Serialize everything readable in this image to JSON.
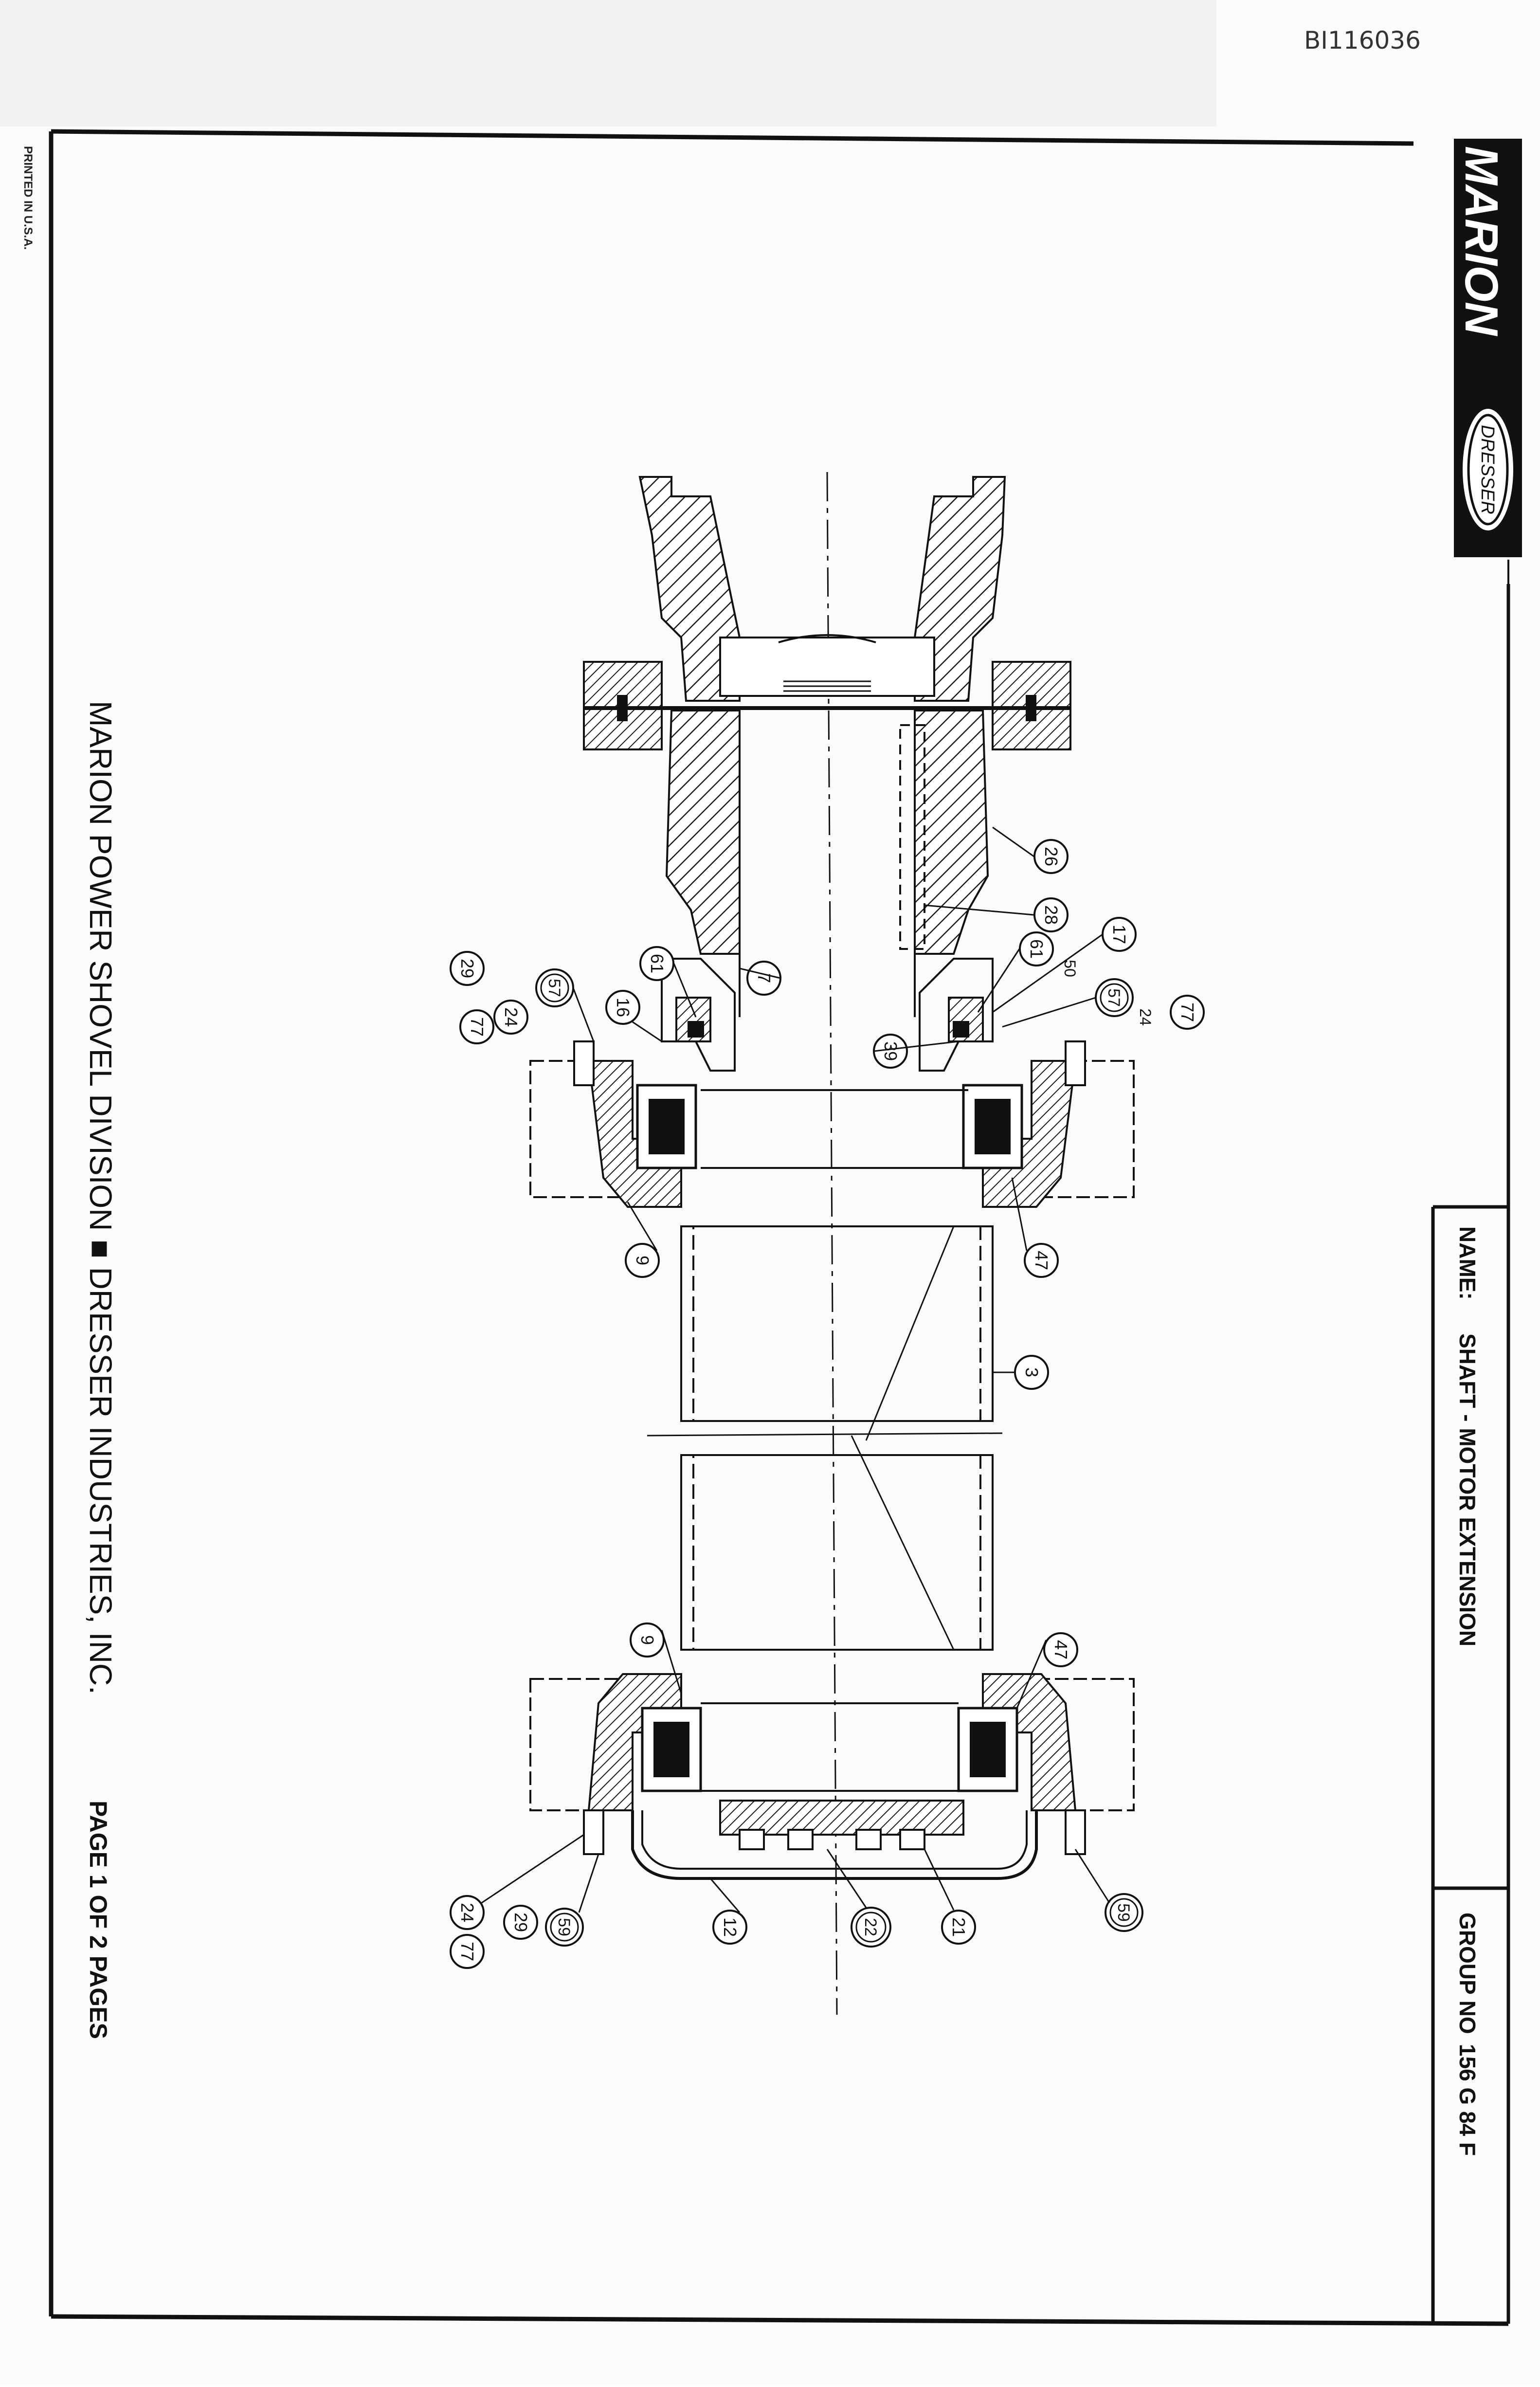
{
  "document": {
    "doc_id": "BI116036",
    "printed": "PRINTED IN U.S.A.",
    "brand": {
      "logo_text": "MARION",
      "badge_text": "DRESSER"
    },
    "name_label": "NAME:",
    "name_value": "SHAFT - MOTOR EXTENSION",
    "group_label": "GROUP NO",
    "group_value": "156 G 84 F",
    "footer_company": "MARION POWER SHOVEL DIVISION ■ DRESSER INDUSTRIES, INC.",
    "page_text": "PAGE 1 OF 2 PAGES"
  },
  "callouts": [
    {
      "label": "26",
      "style": "circle"
    },
    {
      "label": "28",
      "style": "circle"
    },
    {
      "label": "7",
      "style": "circle"
    },
    {
      "label": "61",
      "style": "circle"
    },
    {
      "label": "61",
      "style": "circle"
    },
    {
      "label": "50",
      "style": "plain"
    },
    {
      "label": "17",
      "style": "circle"
    },
    {
      "label": "57",
      "style": "double"
    },
    {
      "label": "57",
      "style": "double"
    },
    {
      "label": "24",
      "style": "plain"
    },
    {
      "label": "77",
      "style": "circle"
    },
    {
      "label": "29",
      "style": "circle"
    },
    {
      "label": "24",
      "style": "circle"
    },
    {
      "label": "77",
      "style": "circle"
    },
    {
      "label": "16",
      "style": "circle"
    },
    {
      "label": "39",
      "style": "circle"
    },
    {
      "label": "9",
      "style": "circle"
    },
    {
      "label": "47",
      "style": "circle"
    },
    {
      "label": "3",
      "style": "circle"
    },
    {
      "label": "9",
      "style": "circle"
    },
    {
      "label": "47",
      "style": "circle"
    },
    {
      "label": "59",
      "style": "double"
    },
    {
      "label": "59",
      "style": "double"
    },
    {
      "label": "29",
      "style": "circle"
    },
    {
      "label": "24",
      "style": "circle"
    },
    {
      "label": "77",
      "style": "circle"
    },
    {
      "label": "12",
      "style": "circle"
    },
    {
      "label": "22",
      "style": "double"
    },
    {
      "label": "21",
      "style": "circle"
    }
  ]
}
